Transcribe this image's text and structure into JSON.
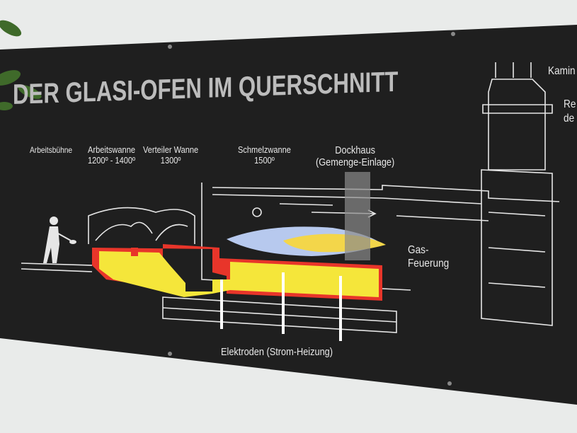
{
  "title": "DER GLASI-OFEN IM QUERSCHNITT",
  "labels": {
    "arbeitsbuehne": "Arbeitsbühne",
    "arbeitswanne": "Arbeitswanne",
    "arbeitswanne_temp": "1200º - 1400º",
    "verteiler": "Verteiler Wanne",
    "verteiler_temp": "1300º",
    "schmelzwanne": "Schmelzwanne",
    "schmelzwanne_temp": "1500º",
    "dockhaus": "Dockhaus",
    "dockhaus_sub": "(Gemenge-Einlage)",
    "gas1": "Gas-",
    "gas2": "Feuerung",
    "elektroden": "Elektroden (Strom-Heizung)",
    "kamin": "Kamin",
    "re": "Re",
    "de": "de"
  },
  "colors": {
    "board": "#1f1f1f",
    "glass": "#f5e63a",
    "hot": "#e8352a",
    "flame_blue": "#b7c9ee",
    "flame_yellow": "#f3d64a",
    "line": "#e6e6e6"
  }
}
